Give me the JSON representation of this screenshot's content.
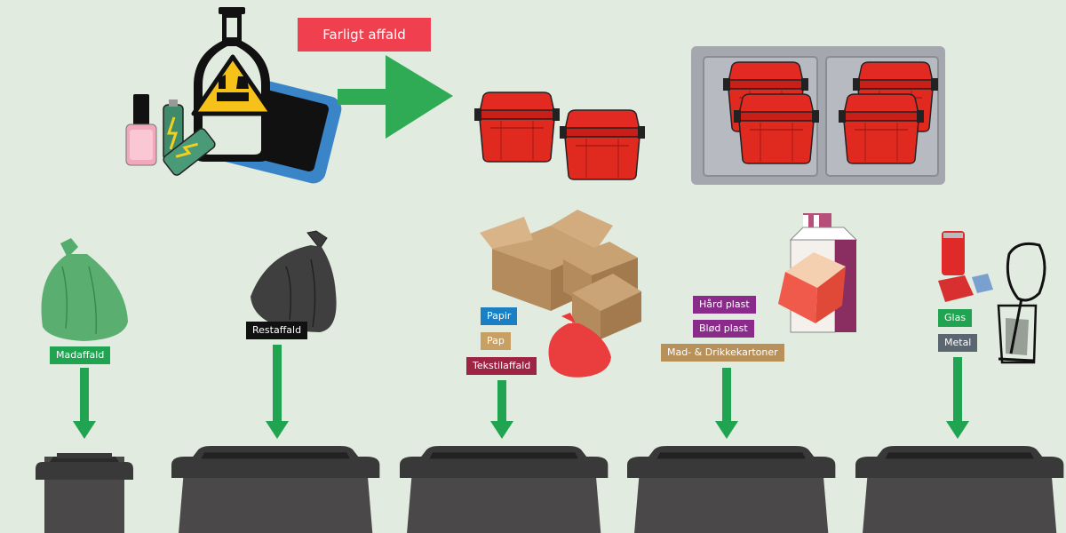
{
  "hazard": {
    "label": "Farligt affald",
    "label_color": "#f04050",
    "items": [
      "nail-polish-icon",
      "battery-icon",
      "phone-icon",
      "chemical-bottle-icon",
      "corrosive-warning-icon"
    ],
    "containers": [
      "red-hazard-box-icon"
    ],
    "storage": "hazard-cabinet-icon"
  },
  "streams": [
    {
      "items": [
        "green-bag-icon"
      ],
      "labels": [
        {
          "text": "Madaffald",
          "color": "#21a452"
        }
      ]
    },
    {
      "items": [
        "black-bag-icon"
      ],
      "labels": [
        {
          "text": "Restaffald",
          "color": "#111111"
        }
      ]
    },
    {
      "items": [
        "cardboard-box-icon",
        "red-bag-icon"
      ],
      "labels": [
        {
          "text": "Papir",
          "color": "#1a7fc4"
        },
        {
          "text": "Pap",
          "color": "#c8a064"
        },
        {
          "text": "Tekstilaffald",
          "color": "#9e2444"
        }
      ]
    },
    {
      "items": [
        "milk-carton-icon",
        "plastic-cube-icon"
      ],
      "labels": [
        {
          "text": "Hård plast",
          "color": "#8a2a8a"
        },
        {
          "text": "Blød plast",
          "color": "#8a2a8a"
        },
        {
          "text": "Mad- & Drikkekartoner",
          "color": "#b8905a"
        }
      ]
    },
    {
      "items": [
        "soda-can-icon",
        "wine-glass-icon"
      ],
      "labels": [
        {
          "text": "Glas",
          "color": "#21a452"
        },
        {
          "text": "Metal",
          "color": "#5a6670"
        }
      ]
    }
  ],
  "colors": {
    "background": "#e1ebdf",
    "arrow": "#21a452",
    "bin": "#4a4848",
    "bin_dark": "#2e2d2d",
    "hazard_box": "#dd2a20"
  }
}
